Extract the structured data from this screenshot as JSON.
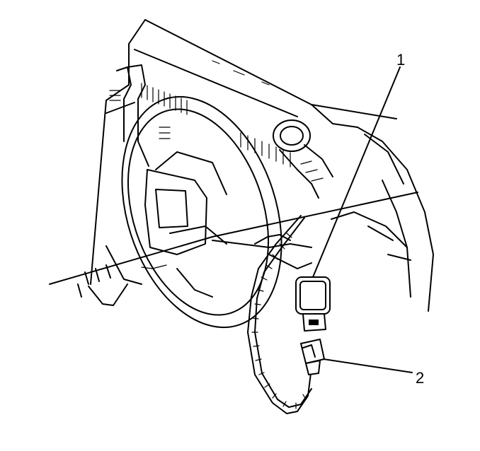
{
  "callouts": [
    {
      "number": "1",
      "refers_to": "sensor-module"
    },
    {
      "number": "2",
      "refers_to": "electrical-connector"
    }
  ]
}
